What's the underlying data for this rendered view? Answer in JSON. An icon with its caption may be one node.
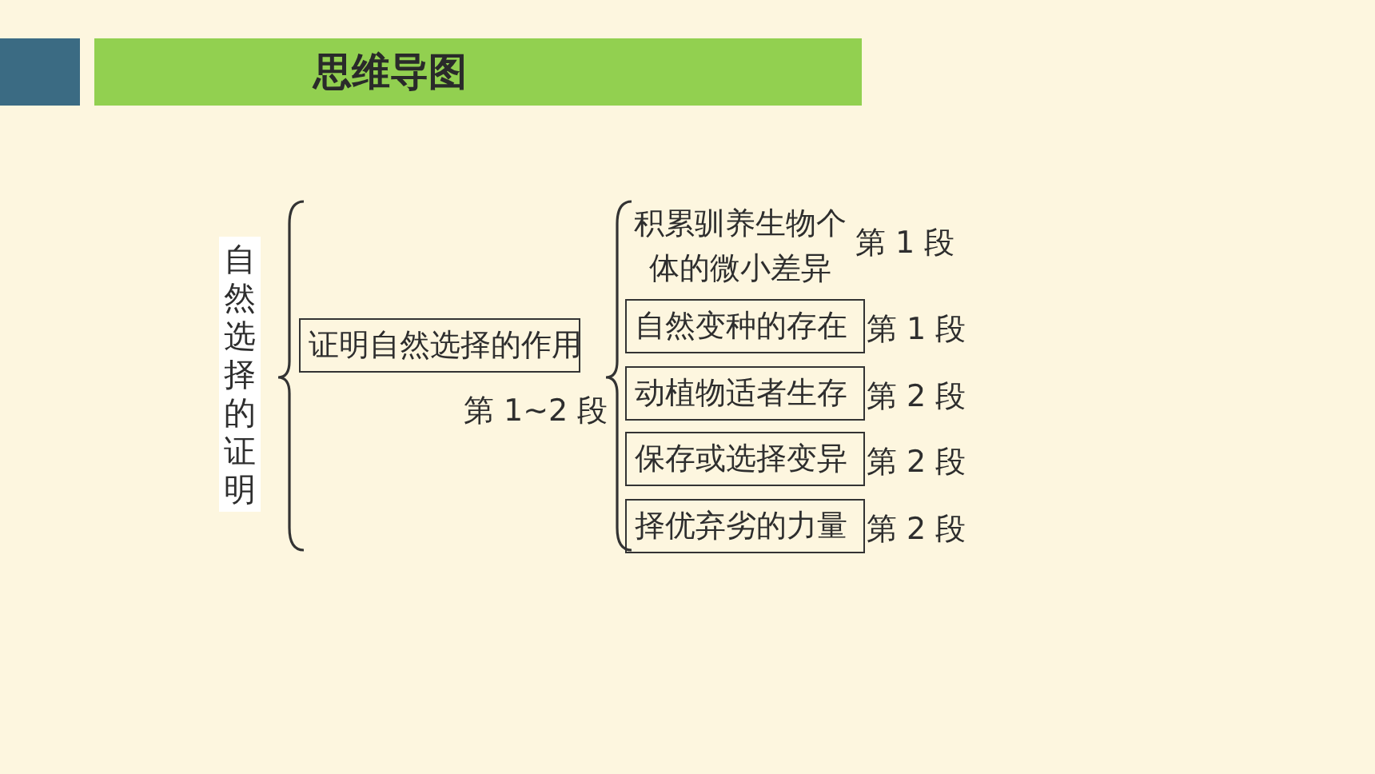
{
  "diagram": {
    "title": "思维导图",
    "nodes": [
      {
        "text": [
          "自然选择的证明"
        ]
      },
      {
        "text": [
          "证明自然选择的作用"
        ],
        "beside": [
          "第 1~2 段"
        ]
      },
      {
        "text": [
          "积累驯养生物个体的微小差异"
        ],
        "beside": [
          "第 1 段"
        ]
      },
      {
        "text": [
          "自然变种的存在"
        ],
        "beside": [
          "第 1 段"
        ]
      },
      {
        "text": [
          "动植物适者生存"
        ],
        "beside": [
          "第 2 段"
        ]
      },
      {
        "text": [
          "保存或选择变异"
        ],
        "beside": [
          "第 2 段"
        ]
      },
      {
        "text": [
          "择优弃劣的力量"
        ],
        "beside": [
          "第 2 段"
        ]
      }
    ]
  }
}
